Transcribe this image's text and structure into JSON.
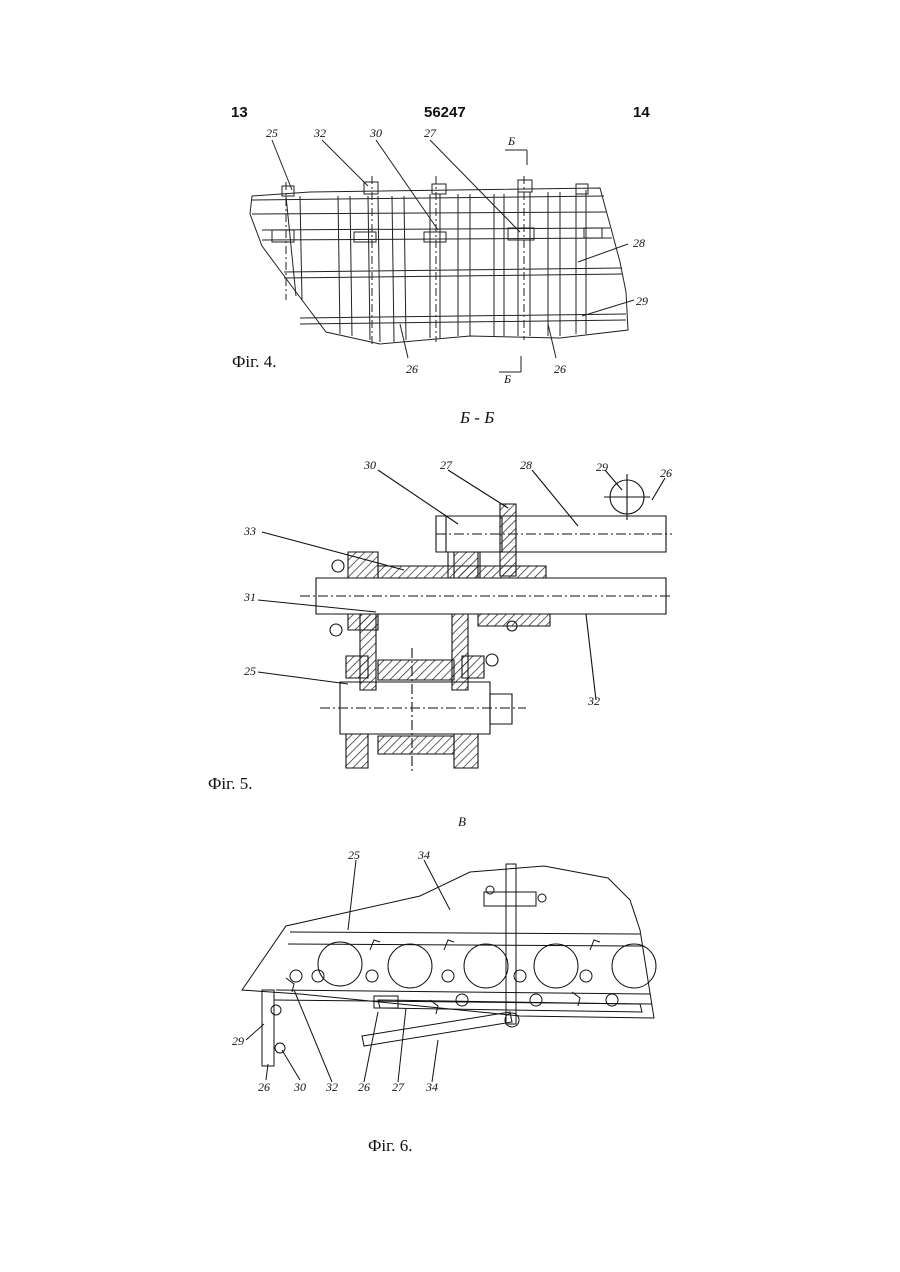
{
  "header": {
    "page_left": "13",
    "patent_number": "56247",
    "page_right": "14"
  },
  "fig4": {
    "caption": "Фіг. 4.",
    "labels": {
      "l25": "25",
      "l32": "32",
      "l30": "30",
      "l27": "27",
      "l28": "28",
      "l29": "29",
      "l26a": "26",
      "l26b": "26",
      "cut_top": "Б",
      "cut_bottom": "Б"
    }
  },
  "fig5": {
    "section_title": "Б - Б",
    "caption": "Фіг. 5.",
    "labels": {
      "l30": "30",
      "l27": "27",
      "l28": "28",
      "l29": "29",
      "l26": "26",
      "l33": "33",
      "l31": "31",
      "l25": "25",
      "l32": "32"
    }
  },
  "fig6": {
    "view_title": "В",
    "caption": "Фіг. 6.",
    "labels": {
      "l25": "25",
      "l34top": "34",
      "l29": "29",
      "l26a": "26",
      "l30": "30",
      "l32": "32",
      "l26b": "26",
      "l27": "27",
      "l34": "34"
    }
  }
}
